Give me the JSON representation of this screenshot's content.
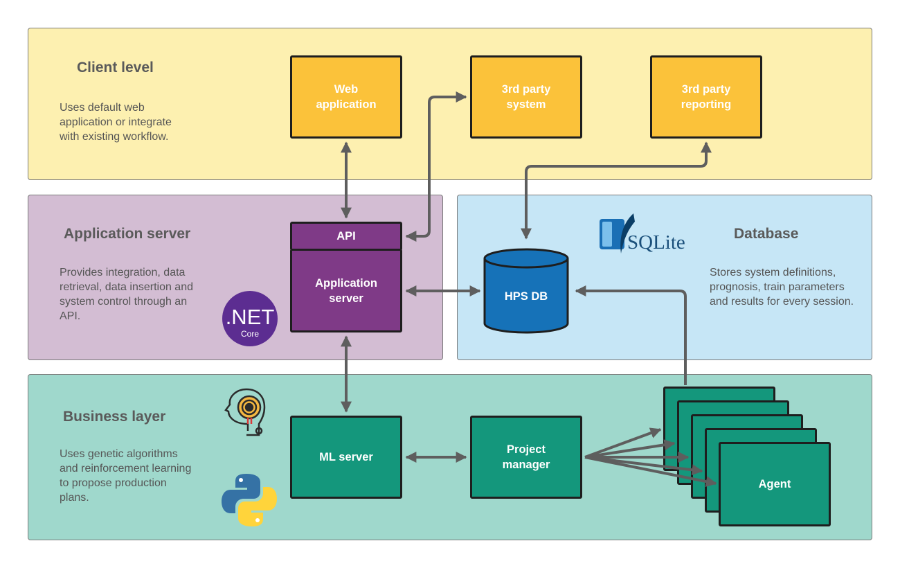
{
  "layers": {
    "client": {
      "title": "Client level",
      "description": "Uses default web application or integrate with existing workflow.",
      "color": "#fdf0b0"
    },
    "application": {
      "title": "Application server",
      "description": "Provides integration, data retrieval, data insertion and system control through an API.",
      "color": "#d3bdd3"
    },
    "database": {
      "title": "Database",
      "description": "Stores system definitions, prognosis, train parameters and results for every session.",
      "color": "#c6e6f6"
    },
    "business": {
      "title": "Business layer",
      "description": "Uses genetic algorithms and reinforcement learning to propose production plans.",
      "color": "#9fd8cc"
    }
  },
  "nodes": {
    "web_app": "Web\napplication",
    "third_party_system": "3rd party\nsystem",
    "third_party_reporting": "3rd party\nreporting",
    "api": "API",
    "app_server": "Application\nserver",
    "hps_db": "HPS DB",
    "ml_server": "ML server",
    "project_manager": "Project\nmanager",
    "agent": "Agent"
  },
  "logos": {
    "net_core": {
      "main": ".NET",
      "sub": "Core",
      "color": "#5c2d91",
      "icon": "net-core-logo"
    },
    "sqlite": {
      "text": "SQLite",
      "icon": "sqlite-logo"
    },
    "ai_head": {
      "icon": "ai-head-icon"
    },
    "python": {
      "icon": "python-logo"
    }
  },
  "colors": {
    "client_node": "#fbc23a",
    "app_node": "#7f3a87",
    "business_node": "#14977c",
    "database_node": "#1672b8",
    "connector": "#5e5e5e"
  }
}
